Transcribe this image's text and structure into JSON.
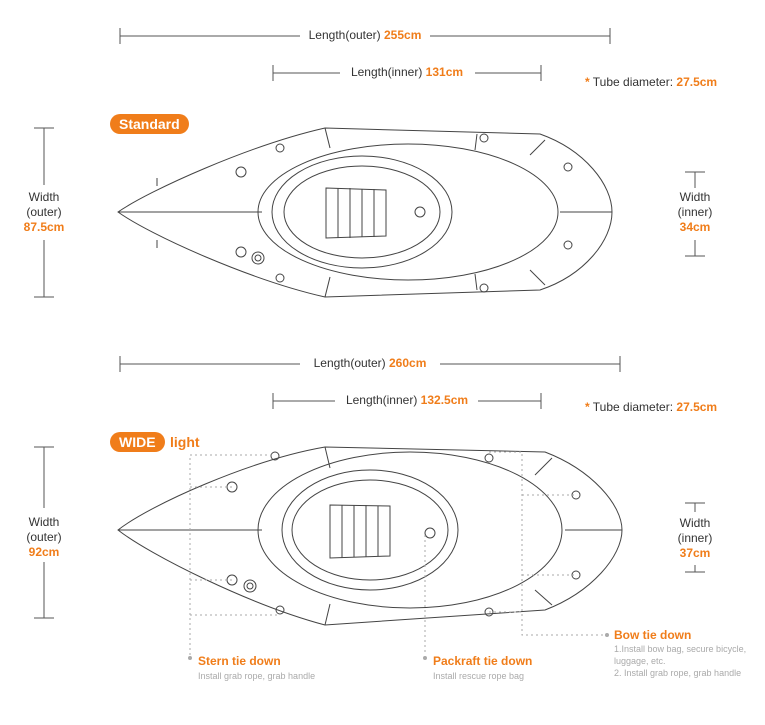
{
  "accent": "#f07d1a",
  "standard": {
    "badge": "Standard",
    "length_outer_label": "Length(outer)",
    "length_outer": "255cm",
    "length_inner_label": "Length(inner)",
    "length_inner": "131cm",
    "tube_star": "*",
    "tube_label": "Tube diameter:",
    "tube_value": "27.5cm",
    "width_outer_label1": "Width",
    "width_outer_label2": "(outer)",
    "width_outer": "87.5cm",
    "width_inner_label1": "Width",
    "width_inner_label2": "(inner)",
    "width_inner": "34cm"
  },
  "wide": {
    "badge": "WIDE",
    "badge_suffix": "light",
    "length_outer_label": "Length(outer)",
    "length_outer": "260cm",
    "length_inner_label": "Length(inner)",
    "length_inner": "132.5cm",
    "tube_star": "*",
    "tube_label": "Tube diameter:",
    "tube_value": "27.5cm",
    "width_outer_label1": "Width",
    "width_outer_label2": "(outer)",
    "width_outer": "92cm",
    "width_inner_label1": "Width",
    "width_inner_label2": "(inner)",
    "width_inner": "37cm"
  },
  "callouts": {
    "stern": {
      "title": "Stern tie down",
      "desc": "Install grab rope, grab handle"
    },
    "packraft": {
      "title": "Packraft tie down",
      "desc": "Install rescue rope bag"
    },
    "bow": {
      "title": "Bow tie down",
      "desc1": "1.Install bow bag, secure bicycle,",
      "desc2": "luggage, etc.",
      "desc3": "2. Install grab rope, grab handle"
    }
  }
}
